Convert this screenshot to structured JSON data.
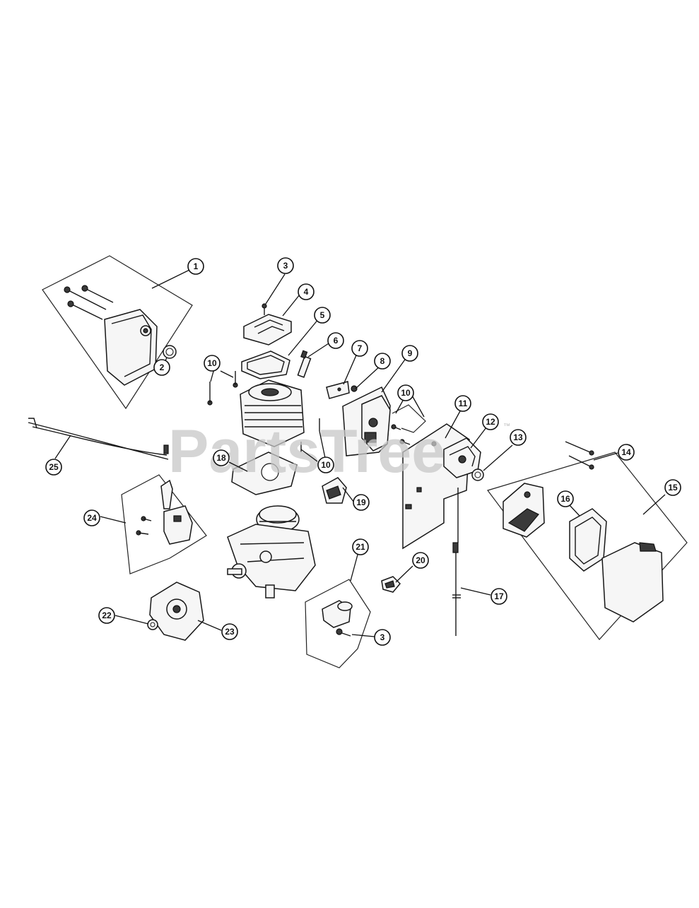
{
  "watermark": {
    "text": "PartsTree",
    "tm": "™"
  },
  "callouts": [
    {
      "id": "c1",
      "label": "1"
    },
    {
      "id": "c2",
      "label": "2"
    },
    {
      "id": "c3a",
      "label": "3"
    },
    {
      "id": "c4",
      "label": "4"
    },
    {
      "id": "c5",
      "label": "5"
    },
    {
      "id": "c6",
      "label": "6"
    },
    {
      "id": "c7",
      "label": "7"
    },
    {
      "id": "c8",
      "label": "8"
    },
    {
      "id": "c9",
      "label": "9"
    },
    {
      "id": "c10a",
      "label": "10"
    },
    {
      "id": "c10b",
      "label": "10"
    },
    {
      "id": "c10c",
      "label": "10"
    },
    {
      "id": "c11",
      "label": "11"
    },
    {
      "id": "c12",
      "label": "12"
    },
    {
      "id": "c13",
      "label": "13"
    },
    {
      "id": "c14",
      "label": "14"
    },
    {
      "id": "c15",
      "label": "15"
    },
    {
      "id": "c16",
      "label": "16"
    },
    {
      "id": "c17",
      "label": "17"
    },
    {
      "id": "c18",
      "label": "18"
    },
    {
      "id": "c19",
      "label": "19"
    },
    {
      "id": "c20",
      "label": "20"
    },
    {
      "id": "c21",
      "label": "21"
    },
    {
      "id": "c3b",
      "label": "3"
    },
    {
      "id": "c22",
      "label": "22"
    },
    {
      "id": "c23",
      "label": "23"
    },
    {
      "id": "c24",
      "label": "24"
    },
    {
      "id": "c25",
      "label": "25"
    }
  ]
}
